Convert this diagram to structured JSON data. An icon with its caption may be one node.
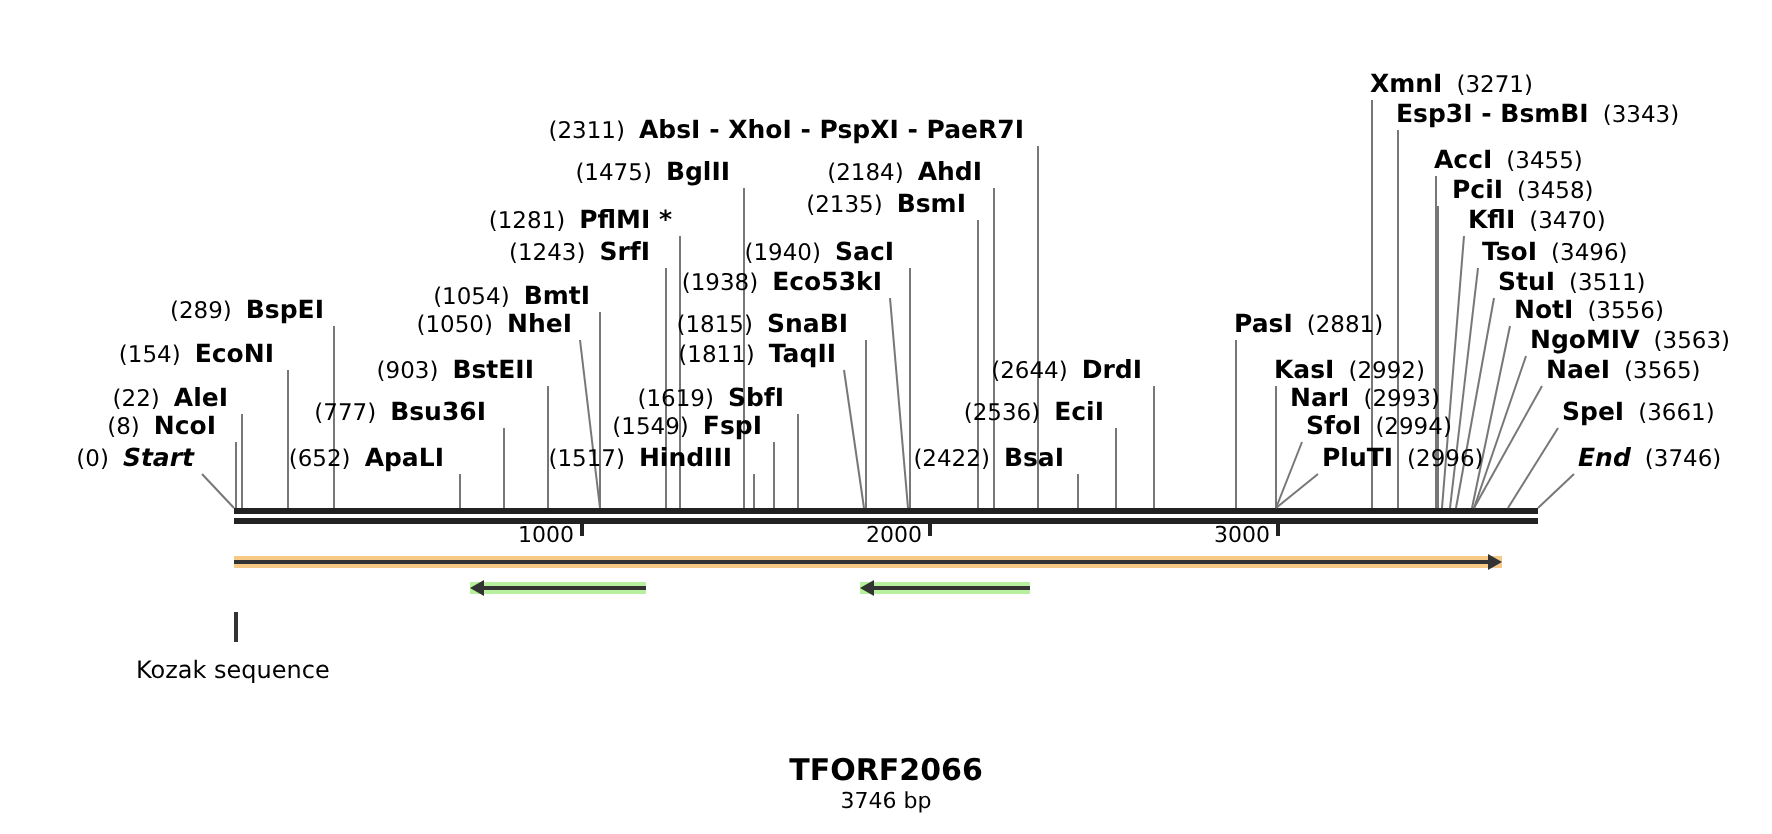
{
  "diagram": {
    "title": "TFORF2066",
    "caption": "3746 bp",
    "nodes": [
      {
        "text": [
          "(0)",
          "Start"
        ]
      },
      {
        "text": [
          "(8)",
          "NcoI"
        ]
      },
      {
        "text": [
          "(22)",
          "AleI"
        ]
      },
      {
        "text": [
          "(154)",
          "EcoNI"
        ]
      },
      {
        "text": [
          "(289)",
          "BspEI"
        ]
      },
      {
        "text": [
          "(652)",
          "ApaLI"
        ]
      },
      {
        "text": [
          "(777)",
          "Bsu36I"
        ]
      },
      {
        "text": [
          "(903)",
          "BstEII"
        ]
      },
      {
        "text": [
          "(1050)",
          "NheI"
        ]
      },
      {
        "text": [
          "(1054)",
          "BmtI"
        ]
      },
      {
        "text": [
          "(1243)",
          "SrfI"
        ]
      },
      {
        "text": [
          "(1281)",
          "PflMI *"
        ]
      },
      {
        "text": [
          "(1475)",
          "BglII"
        ]
      },
      {
        "text": [
          "(1517)",
          "HindIII"
        ]
      },
      {
        "text": [
          "(1549)",
          "FspI"
        ]
      },
      {
        "text": [
          "(1619)",
          "SbfI"
        ]
      },
      {
        "text": [
          "(1811)",
          "TaqII"
        ]
      },
      {
        "text": [
          "(1815)",
          "SnaBI"
        ]
      },
      {
        "text": [
          "(1938)",
          "Eco53kI"
        ]
      },
      {
        "text": [
          "(1940)",
          "SacI"
        ]
      },
      {
        "text": [
          "(2135)",
          "BsmI"
        ]
      },
      {
        "text": [
          "(2184)",
          "AhdI"
        ]
      },
      {
        "text": [
          "(2311)",
          "AbsI  - XhoI  - PspXI  - PaeR7I"
        ]
      },
      {
        "text": [
          "(2422)",
          "BsaI"
        ]
      },
      {
        "text": [
          "(2536)",
          "EciI"
        ]
      },
      {
        "text": [
          "(2644)",
          "DrdI"
        ]
      },
      {
        "text": [
          "PasI",
          "(2881)"
        ]
      },
      {
        "text": [
          "KasI",
          "(2992)"
        ]
      },
      {
        "text": [
          "NarI",
          "(2993)"
        ]
      },
      {
        "text": [
          "SfoI",
          "(2994)"
        ]
      },
      {
        "text": [
          "PluTI",
          "(2996)"
        ]
      },
      {
        "text": [
          "XmnI",
          "(3271)"
        ]
      },
      {
        "text": [
          "Esp3I  - BsmBI",
          "(3343)"
        ]
      },
      {
        "text": [
          "AccI",
          "(3455)"
        ]
      },
      {
        "text": [
          "PciI",
          "(3458)"
        ]
      },
      {
        "text": [
          "KflI",
          "(3470)"
        ]
      },
      {
        "text": [
          "TsoI",
          "(3496)"
        ]
      },
      {
        "text": [
          "StuI",
          "(3511)"
        ]
      },
      {
        "text": [
          "NotI",
          "(3556)"
        ]
      },
      {
        "text": [
          "NgoMIV",
          "(3563)"
        ]
      },
      {
        "text": [
          "NaeI",
          "(3565)"
        ]
      },
      {
        "text": [
          "SpeI",
          "(3661)"
        ]
      },
      {
        "text": [
          "End",
          "(3746)"
        ]
      },
      {
        "text": [],
        "shape": "bar"
      }
    ],
    "edges": [
      {
        "from": 0,
        "to": 43,
        "arrow": "none"
      },
      {
        "from": 1,
        "to": 43,
        "arrow": "none"
      },
      {
        "from": 2,
        "to": 43,
        "arrow": "none"
      },
      {
        "from": 3,
        "to": 43,
        "arrow": "none"
      },
      {
        "from": 4,
        "to": 43,
        "arrow": "none"
      },
      {
        "from": 5,
        "to": 43,
        "arrow": "none"
      },
      {
        "from": 6,
        "to": 43,
        "arrow": "none"
      },
      {
        "from": 7,
        "to": 43,
        "arrow": "none"
      },
      {
        "from": 8,
        "to": 43,
        "arrow": "none"
      },
      {
        "from": 9,
        "to": 43,
        "arrow": "none"
      },
      {
        "from": 10,
        "to": 43,
        "arrow": "none"
      },
      {
        "from": 11,
        "to": 43,
        "arrow": "none"
      },
      {
        "from": 12,
        "to": 43,
        "arrow": "none"
      },
      {
        "from": 13,
        "to": 43,
        "arrow": "none"
      },
      {
        "from": 14,
        "to": 43,
        "arrow": "none"
      },
      {
        "from": 15,
        "to": 43,
        "arrow": "none"
      },
      {
        "from": 16,
        "to": 43,
        "arrow": "none"
      },
      {
        "from": 17,
        "to": 43,
        "arrow": "none"
      },
      {
        "from": 18,
        "to": 43,
        "arrow": "none"
      },
      {
        "from": 19,
        "to": 43,
        "arrow": "none"
      },
      {
        "from": 20,
        "to": 43,
        "arrow": "none"
      },
      {
        "from": 21,
        "to": 43,
        "arrow": "none"
      },
      {
        "from": 22,
        "to": 43,
        "arrow": "none"
      },
      {
        "from": 23,
        "to": 43,
        "arrow": "none"
      },
      {
        "from": 24,
        "to": 43,
        "arrow": "none"
      },
      {
        "from": 25,
        "to": 43,
        "arrow": "none"
      },
      {
        "from": 26,
        "to": 43,
        "arrow": "none"
      },
      {
        "from": 27,
        "to": 43,
        "arrow": "none"
      },
      {
        "from": 28,
        "to": 43,
        "arrow": "none"
      },
      {
        "from": 29,
        "to": 43,
        "arrow": "none"
      },
      {
        "from": 30,
        "to": 43,
        "arrow": "none"
      },
      {
        "from": 31,
        "to": 43,
        "arrow": "none"
      },
      {
        "from": 32,
        "to": 43,
        "arrow": "none"
      },
      {
        "from": 33,
        "to": 43,
        "arrow": "none"
      },
      {
        "from": 34,
        "to": 43,
        "arrow": "none"
      },
      {
        "from": 35,
        "to": 43,
        "arrow": "none"
      },
      {
        "from": 36,
        "to": 43,
        "arrow": "none"
      },
      {
        "from": 37,
        "to": 43,
        "arrow": "none"
      },
      {
        "from": 38,
        "to": 43,
        "arrow": "none"
      },
      {
        "from": 39,
        "to": 43,
        "arrow": "none"
      },
      {
        "from": 40,
        "to": 43,
        "arrow": "none"
      },
      {
        "from": 41,
        "to": 43,
        "arrow": "none"
      },
      {
        "from": 42,
        "to": 43,
        "arrow": "none"
      }
    ],
    "labels": [
      "1000",
      "2000",
      "3000",
      "Kozak sequence"
    ]
  }
}
